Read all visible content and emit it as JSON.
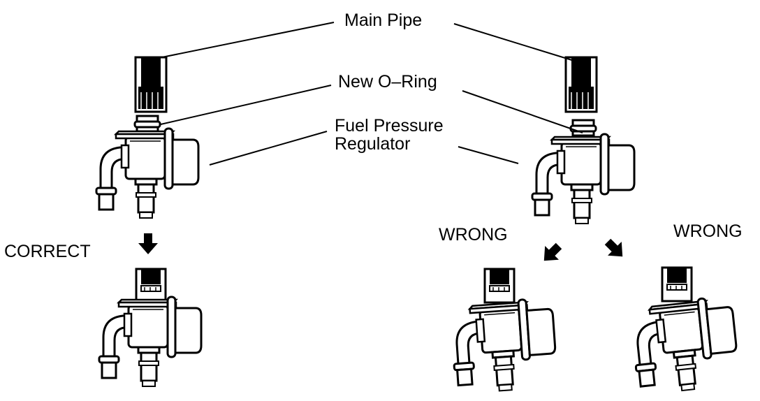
{
  "labels": {
    "main_pipe": "Main Pipe",
    "new_o_ring": "New O–Ring",
    "fuel_pressure_line1": "Fuel Pressure",
    "fuel_pressure_line2": "Regulator",
    "correct": "CORRECT",
    "wrong_left": "WRONG",
    "wrong_right": "WRONG"
  },
  "colors": {
    "ink": "#000000",
    "paper": "#ffffff"
  }
}
